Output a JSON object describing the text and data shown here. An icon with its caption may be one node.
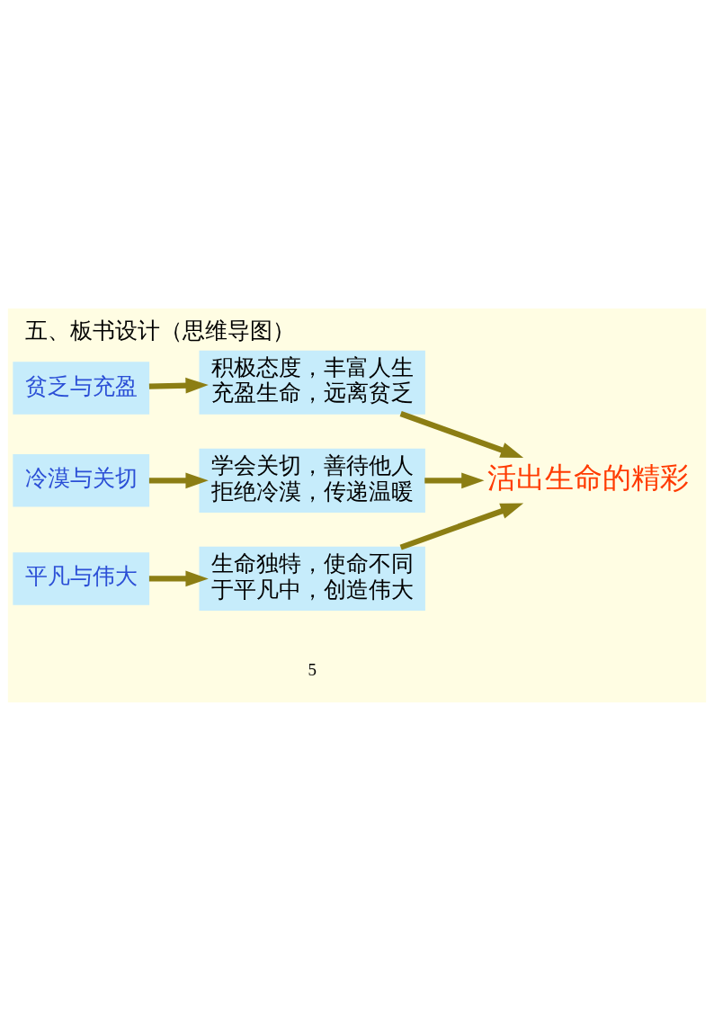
{
  "diagram": {
    "title": "五、板书设计（思维导图）",
    "nodes": [
      {
        "text": [
          "贫乏与充盈"
        ]
      },
      {
        "text": [
          "积极态度，丰富人生充盈生命，远离贫乏"
        ]
      },
      {
        "text": [
          "冷漠与关切"
        ]
      },
      {
        "text": [
          "学会关切，善待他人拒绝冷漠，传递温暖"
        ]
      },
      {
        "text": [
          "平凡与伟大"
        ]
      },
      {
        "text": [
          "生命独特，使命不同于平凡中，创造伟大"
        ]
      },
      {
        "text": [
          "活出生命的精彩"
        ]
      }
    ],
    "edges": [
      {
        "from": 0,
        "to": 1,
        "arrow": "to"
      },
      {
        "from": 2,
        "to": 3,
        "arrow": "to"
      },
      {
        "from": 4,
        "to": 5,
        "arrow": "to"
      },
      {
        "from": 1,
        "to": 6,
        "arrow": "to"
      },
      {
        "from": 3,
        "to": 6,
        "arrow": "to"
      },
      {
        "from": 5,
        "to": 6,
        "arrow": "to"
      }
    ],
    "labels": [
      "5"
    ]
  }
}
